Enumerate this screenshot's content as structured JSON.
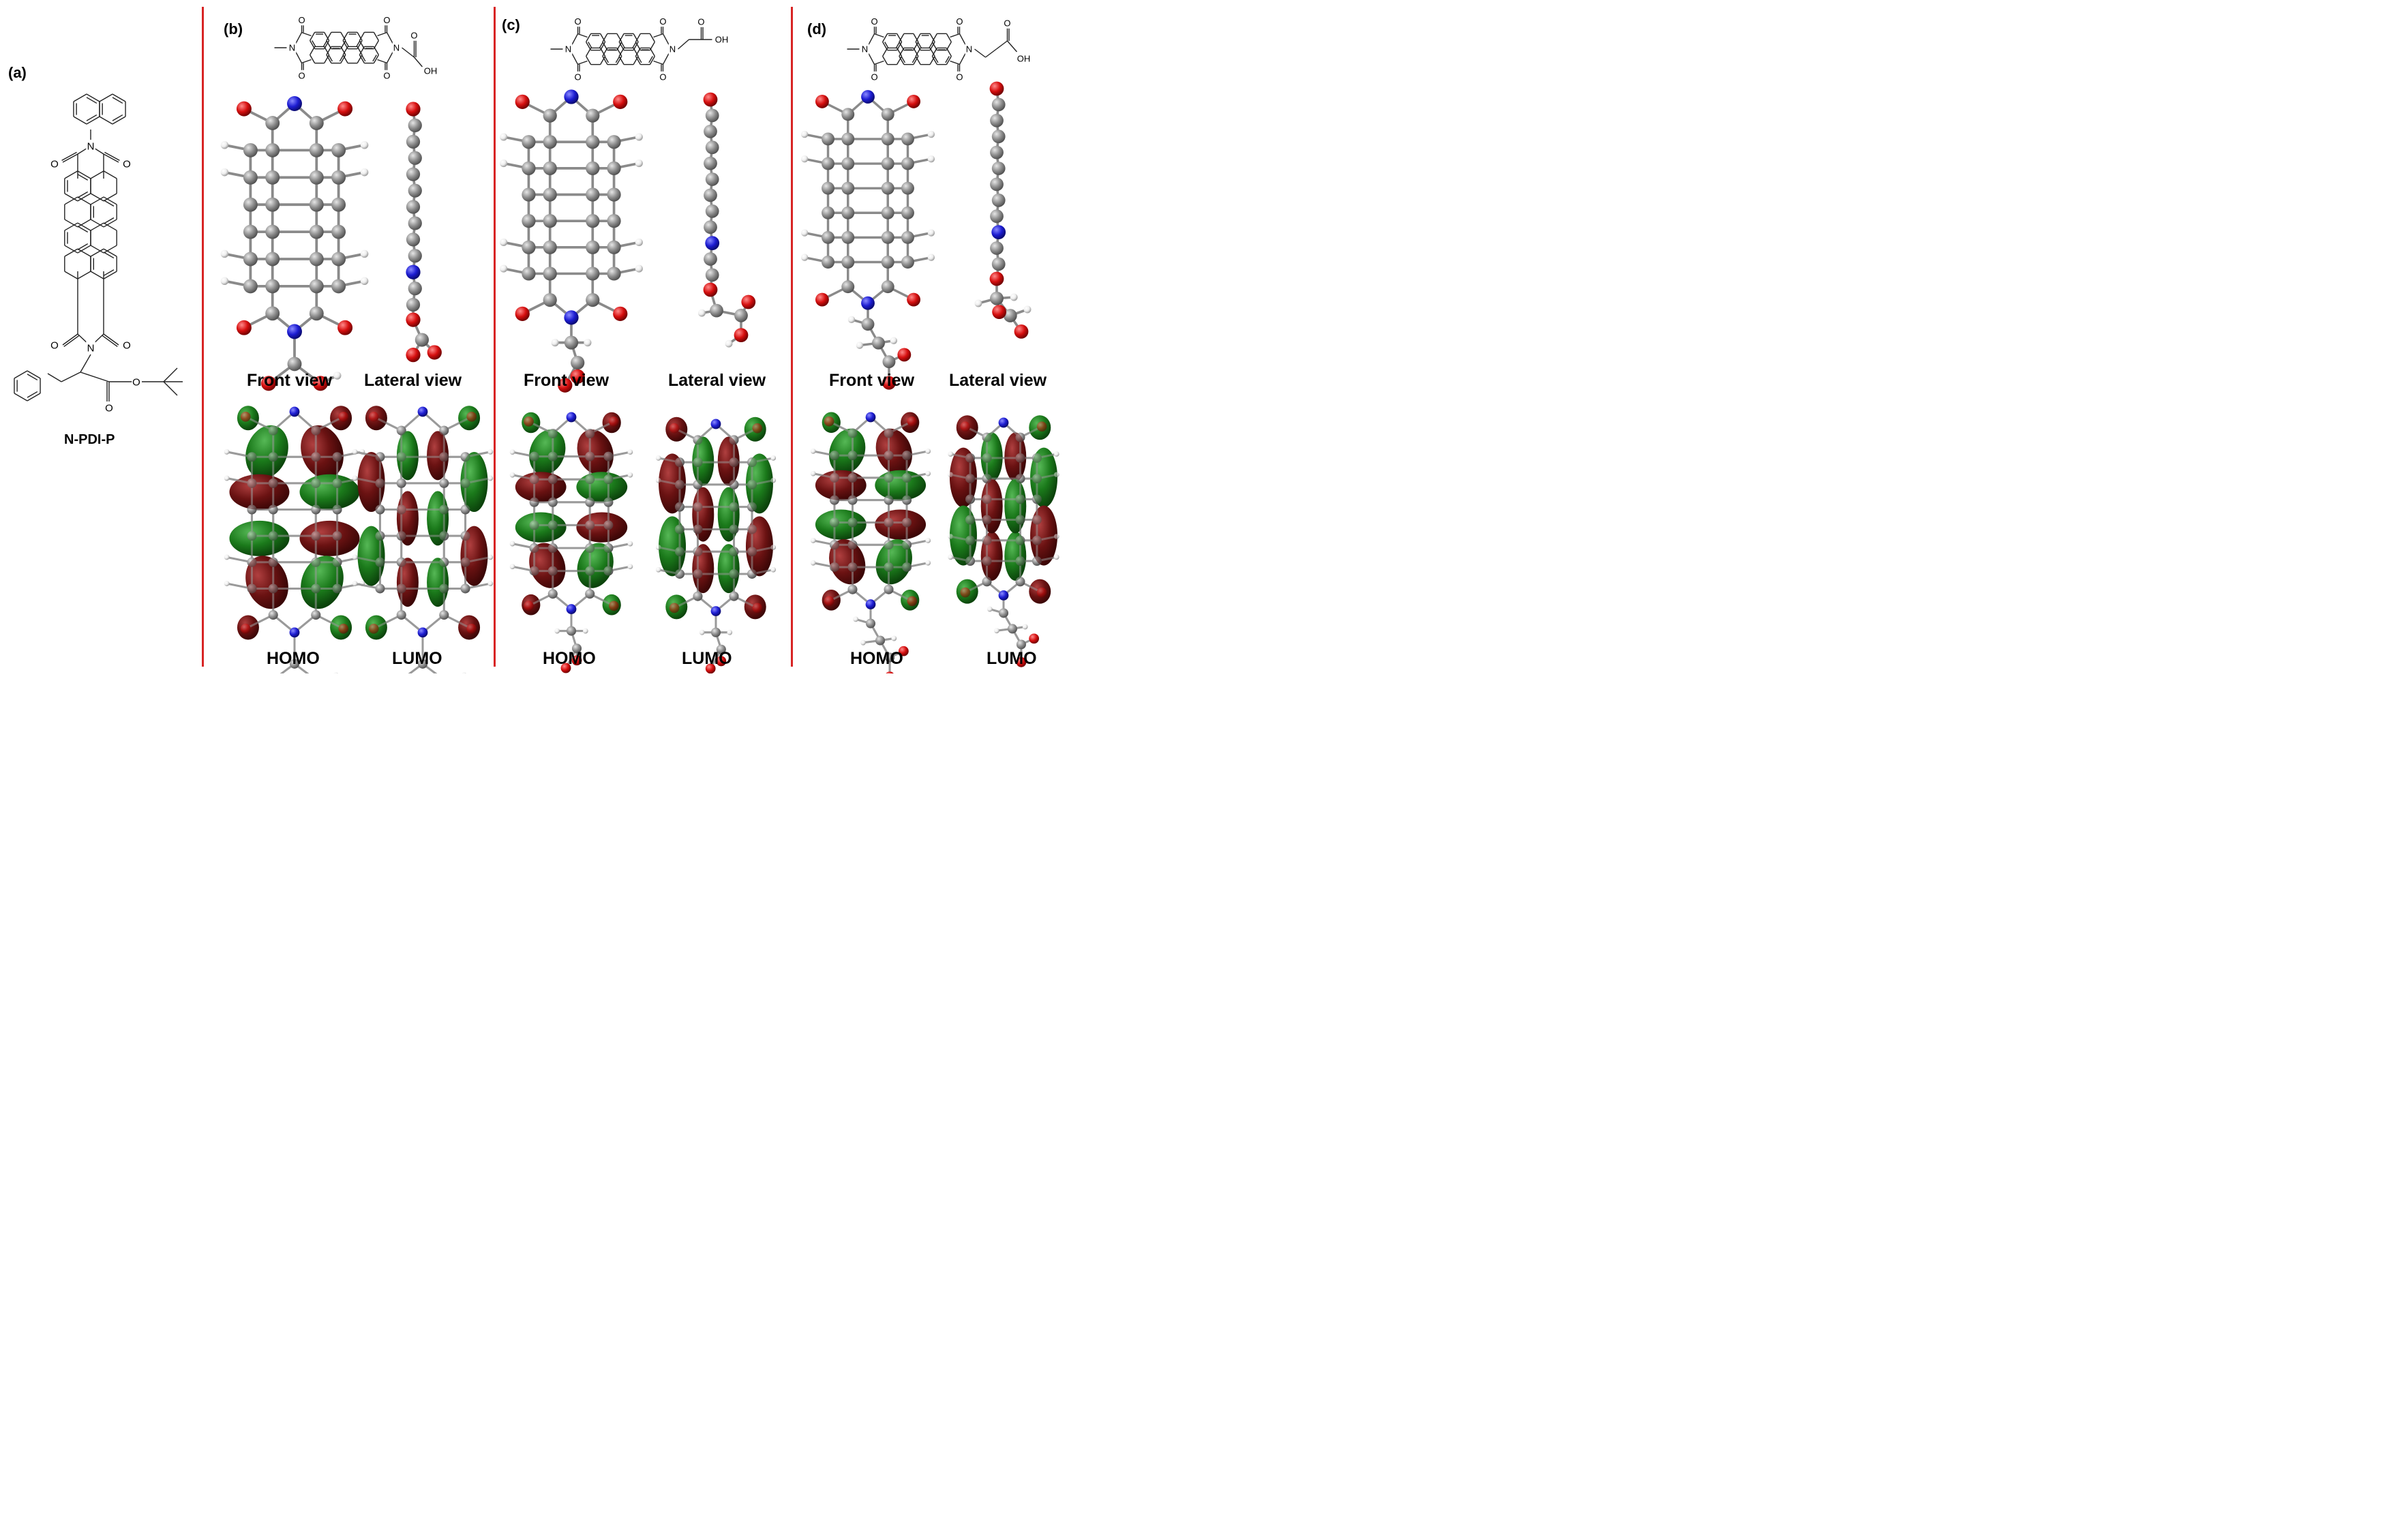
{
  "panels": {
    "a": {
      "label": "(a)",
      "compound_name": "N-PDI-P"
    },
    "b": {
      "label": "(b)",
      "front_view_label": "Front view",
      "lateral_view_label": "Lateral view",
      "homo_label": "HOMO",
      "lumo_label": "LUMO"
    },
    "c": {
      "label": "(c)",
      "front_view_label": "Front view",
      "lateral_view_label": "Lateral view",
      "homo_label": "HOMO",
      "lumo_label": "LUMO"
    },
    "d": {
      "label": "(d)",
      "front_view_label": "Front view",
      "lateral_view_label": "Lateral view",
      "homo_label": "HOMO",
      "lumo_label": "LUMO"
    }
  },
  "structure_atom_text": {
    "oxygen": "O",
    "nitrogen": "N",
    "hydroxyl": "OH"
  },
  "colors": {
    "divider": "#d82424",
    "carbon": "#8f8f8f",
    "oxygen": "#d60f0f",
    "nitrogen": "#1d1dd2",
    "hydrogen": "#eeeeee",
    "orbital_positive": "#6a1212",
    "orbital_negative": "#1b7a1b"
  }
}
